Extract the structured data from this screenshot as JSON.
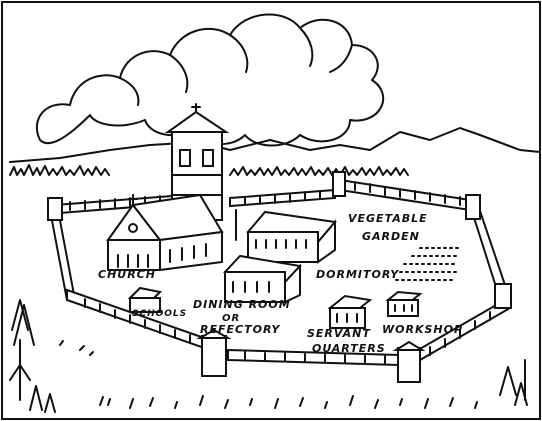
{
  "illustration": {
    "labels": {
      "church": "CHURCH",
      "schools": "SCHOOLS",
      "dining_room": "DINING ROOM",
      "or": "OR",
      "refectory": "REFECTORY",
      "dormitory": "DORMITORY",
      "vegetable": "VEGETABLE",
      "garden": "GARDEN",
      "servant": "SERVANT",
      "quarters": "QUARTERS",
      "workshop": "WORKSHOP"
    },
    "colors": {
      "ink": "#111111",
      "paper": "#ffffff"
    }
  }
}
